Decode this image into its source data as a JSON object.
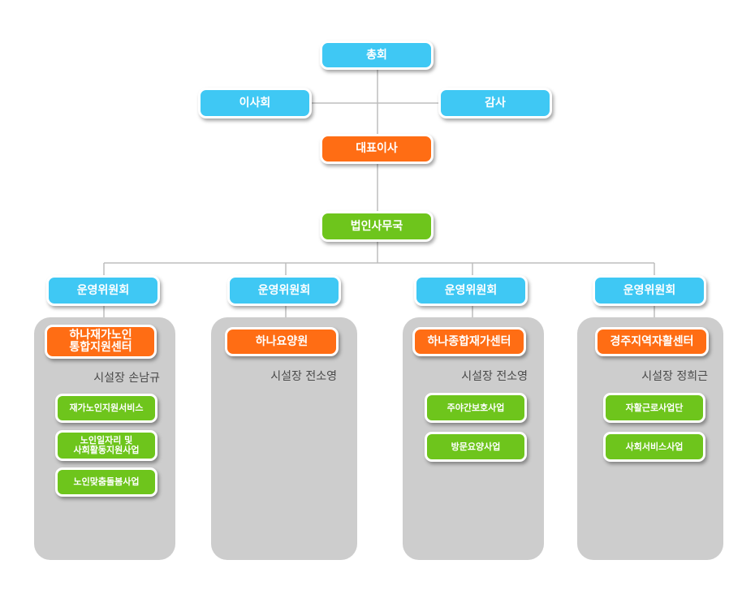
{
  "top": {
    "general_assembly": "총회",
    "board": "이사회",
    "auditor": "감사",
    "ceo": "대표이사",
    "secretariat": "법인사무국"
  },
  "branches": [
    {
      "committee": "운영위원회",
      "facility_lines": [
        "하나재가노인",
        "통합지원센터"
      ],
      "director": "시설장 손남규",
      "services": [
        {
          "lines": [
            "재가노인지원서비스"
          ]
        },
        {
          "lines": [
            "노인일자리 및",
            "사회활동지원사업"
          ]
        },
        {
          "lines": [
            "노인맞춤돌봄사업"
          ]
        }
      ]
    },
    {
      "committee": "운영위원회",
      "facility_lines": [
        "하나요양원"
      ],
      "director": "시설장 전소영",
      "services": []
    },
    {
      "committee": "운영위원회",
      "facility_lines": [
        "하나종합재가센터"
      ],
      "director": "시설장 전소영",
      "services": [
        {
          "lines": [
            "주야간보호사업"
          ]
        },
        {
          "lines": [
            "방문요양사업"
          ]
        }
      ]
    },
    {
      "committee": "운영위원회",
      "facility_lines": [
        "경주지역자활센터"
      ],
      "director": "시설장 정희근",
      "services": [
        {
          "lines": [
            "자활근로사업단"
          ]
        },
        {
          "lines": [
            "사회서비스사업"
          ]
        }
      ]
    }
  ],
  "colors": {
    "governance": "#3fc8f4",
    "executive": "#ff6d14",
    "operations": "#6ec51c",
    "panel": "#cdcdcd",
    "connector": "#bdbdbd"
  }
}
